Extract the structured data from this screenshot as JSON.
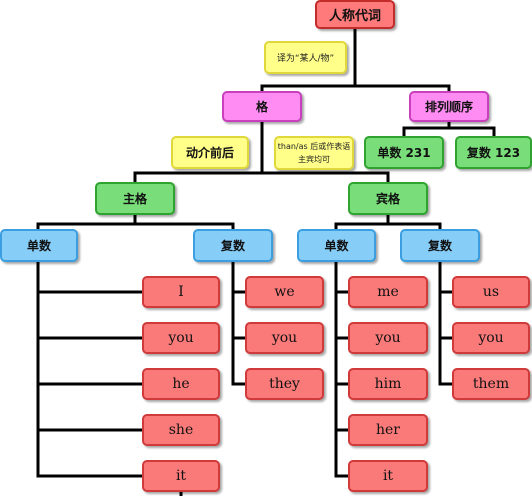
{
  "root": "人称代词",
  "root_note": "译为“某人/物”",
  "case": {
    "label": "格",
    "position_label": "动介前后",
    "position_note": "than/as 后或作表语主宾均可",
    "nominative": {
      "label": "主格",
      "singular": {
        "label": "单数",
        "words": [
          "I",
          "you",
          "he",
          "she",
          "it"
        ]
      },
      "plural": {
        "label": "复数",
        "words": [
          "we",
          "you",
          "they"
        ]
      }
    },
    "objective": {
      "label": "宾格",
      "singular": {
        "label": "单数",
        "words": [
          "me",
          "you",
          "him",
          "her",
          "it"
        ]
      },
      "plural": {
        "label": "复数",
        "words": [
          "us",
          "you",
          "them"
        ]
      }
    }
  },
  "order": {
    "label": "排列顺序",
    "singular": "单数 231",
    "plural": "复数 123"
  }
}
